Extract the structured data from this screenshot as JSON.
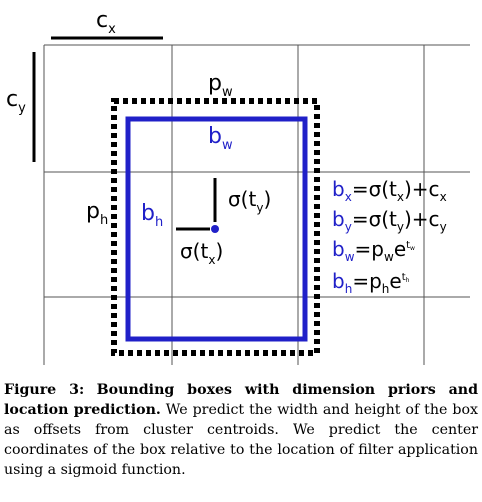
{
  "diagram": {
    "cx": {
      "main": "c",
      "sub": "x"
    },
    "cy": {
      "main": "c",
      "sub": "y"
    },
    "pw": {
      "main": "p",
      "sub": "w"
    },
    "ph": {
      "main": "p",
      "sub": "h"
    },
    "bw": {
      "main": "b",
      "sub": "w"
    },
    "bh": {
      "main": "b",
      "sub": "h"
    },
    "sigma_ty": {
      "prefix": "σ(t",
      "sub": "y",
      "suffix": ")"
    },
    "sigma_tx": {
      "prefix": "σ(t",
      "sub": "x",
      "suffix": ")"
    },
    "equations": [
      {
        "lhs_main": "b",
        "lhs_sub": "x",
        "rhs_1": "=σ(t",
        "rhs_sub": "x",
        "rhs_2": ")+c",
        "rhs_sub2": "x"
      },
      {
        "lhs_main": "b",
        "lhs_sub": "y",
        "rhs_1": "=σ(t",
        "rhs_sub": "y",
        "rhs_2": ")+c",
        "rhs_sub2": "y"
      },
      {
        "lhs_main": "b",
        "lhs_sub": "w",
        "rhs_1": "=p",
        "rhs_sub": "w",
        "rhs_2": "e",
        "rhs_sup": "t",
        "rhs_sup_sub": "w"
      },
      {
        "lhs_main": "b",
        "lhs_sub": "h",
        "rhs_1": "=p",
        "rhs_sub": "h",
        "rhs_2": "e",
        "rhs_sup": "t",
        "rhs_sup_sub": "h"
      }
    ],
    "colors": {
      "blue": "#2020c8",
      "black": "#000000",
      "grid": "#555555"
    }
  },
  "caption": {
    "label": "Figure 3:",
    "bold_text": "Bounding boxes with dimension priors and location prediction.",
    "body": "We predict the width and height of the box as offsets from cluster centroids.  We predict the center coordinates of the box relative to the location of filter application using a sigmoid function."
  }
}
